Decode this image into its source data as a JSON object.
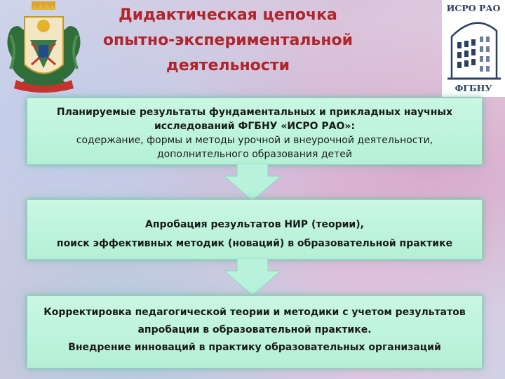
{
  "header": {
    "title_lines": [
      "Дидактическая цепочка",
      "опытно-экспериментальной",
      "деятельности"
    ]
  },
  "logo": {
    "top_text": "ИСРО РАО",
    "bottom_text": "ФГБНУ"
  },
  "blocks": [
    {
      "lines": [
        "Планируемые результаты фундаментальных и прикладных научных",
        "исследований ФГБНУ «ИСРО РАО»:",
        "содержание, формы и методы урочной и внеурочной деятельности,",
        "дополнительного образования детей"
      ]
    },
    {
      "lines": [
        "Апробация результатов НИР (теории),",
        "поиск эффективных методик (новаций) в образовательной практике"
      ]
    },
    {
      "lines": [
        "Корректировка педагогической теории и методики с учетом результатов",
        "апробации в образовательной практике.",
        "Внедрение инноваций в практику образовательных организаций"
      ]
    }
  ],
  "colors": {
    "title": "#b0242a",
    "box_fill": "#c9f7e4",
    "arrow_fill": "#b8f2dc"
  }
}
